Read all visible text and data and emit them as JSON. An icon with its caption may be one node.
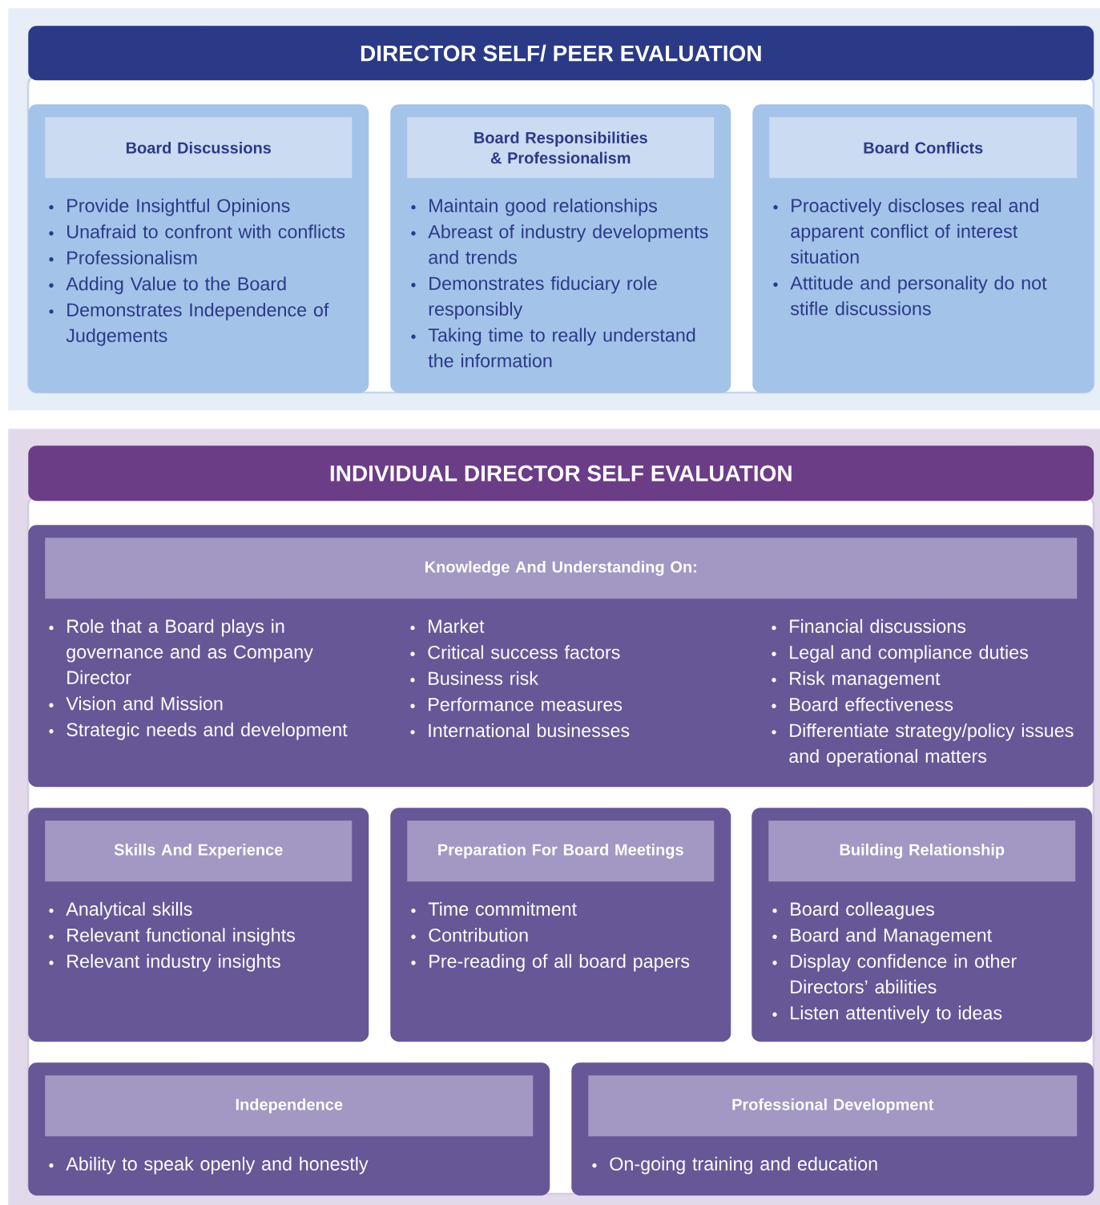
{
  "diagram": {
    "nodes": [
      {
        "text": [
          "DIRECTOR SELF/ PEER EVALUATION"
        ]
      },
      {
        "text": [
          "Board Discussions",
          "Provide Insightful Opinions",
          "Unafraid to confront with conflicts",
          "Professionalism",
          "Adding Value to the Board",
          "Demonstrates Independence of Judgements"
        ],
        "in": 0
      },
      {
        "text": [
          "Board Responsibilities & Professionalism",
          "Maintain good relationships",
          "Abreast of industry developments and trends",
          "Demonstrates fiduciary role responsibly",
          "Taking time to really understand the information"
        ],
        "in": 0
      },
      {
        "text": [
          "Board Conflicts",
          "Proactively discloses real and apparent conflict of interest situation",
          "Attitude and personality do not stifle discussions"
        ],
        "in": 0
      },
      {
        "text": [
          "INDIVIDUAL DIRECTOR SELF EVALUATION"
        ]
      },
      {
        "text": [
          "Knowledge And Understanding On:",
          "Role that a Board plays in governance and as Company Director",
          "Vision and Mission",
          "Strategic needs and development",
          "Market",
          "Critical success factors",
          "Business risk",
          "Performance measures",
          "International businesses",
          "Financial discussions",
          "Legal and compliance duties",
          "Risk management",
          "Board effectiveness",
          "Differentiate strategy/policy issues and operational matters"
        ],
        "in": 4
      },
      {
        "text": [
          "Skills And Experience",
          "Analytical skills",
          "Relevant functional insights",
          "Relevant industry insights"
        ],
        "in": 4
      },
      {
        "text": [
          "Preparation For Board Meetings",
          "Time commitment",
          "Contribution",
          "Pre-reading of all board papers"
        ],
        "in": 4
      },
      {
        "text": [
          "Building Relationship",
          "Board colleagues",
          "Board and Management",
          "Display confidence in other Directors’ abilities",
          "Listen attentively to ideas"
        ],
        "in": 4
      },
      {
        "text": [
          "Independence",
          "Ability to speak openly and honestly"
        ],
        "in": 4
      },
      {
        "text": [
          "Professional Development",
          "On-going training and education"
        ],
        "in": 4
      }
    ]
  }
}
